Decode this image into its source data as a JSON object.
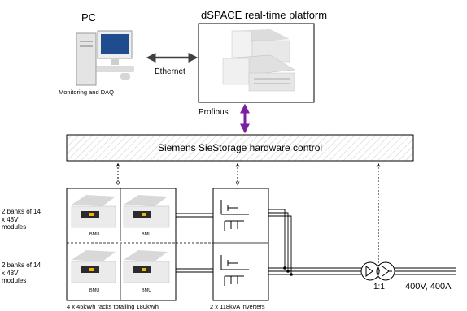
{
  "pc": {
    "title": "PC",
    "caption": "Monitoring and DAQ"
  },
  "dspace": {
    "title": "dSPACE real-time platform"
  },
  "links": {
    "ethernet": "Ethernet",
    "profibus": "Profibus"
  },
  "controller": {
    "label": "Siemens SieStorage hardware control"
  },
  "battery": {
    "bank_label": "2 banks of 14 x 48V modules",
    "module_tag": "BMU",
    "caption": "4 x 45kWh racks totalling 180kWh"
  },
  "inverters": {
    "caption": "2 x 118kVA inverters"
  },
  "transformer": {
    "ratio": "1:1"
  },
  "output": {
    "rating": "400V, 400A"
  },
  "colors": {
    "profibus": "#7b1fa2",
    "ethernet": "#404040",
    "hatch": "#c8c8c8"
  }
}
